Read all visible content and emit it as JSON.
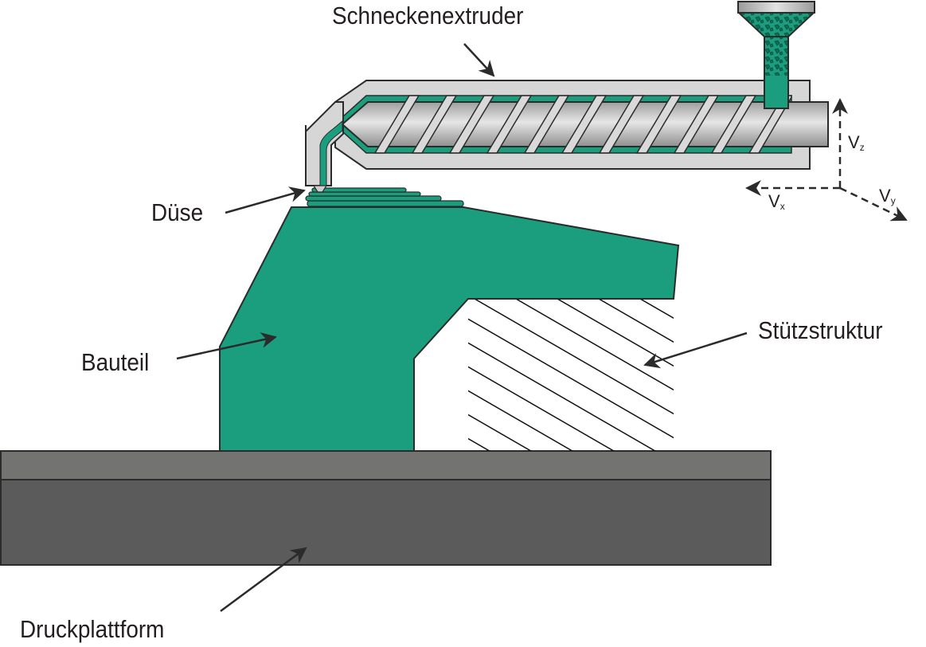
{
  "labels": {
    "extruder": "Schneckenextruder",
    "nozzle": "Düse",
    "part": "Bauteil",
    "support": "Stützstruktur",
    "platform": "Druckplattform"
  },
  "velocities": {
    "vx": {
      "main": "V",
      "sub": "x"
    },
    "vy": {
      "main": "V",
      "sub": "y"
    },
    "vz": {
      "main": "V",
      "sub": "z"
    }
  },
  "colors": {
    "material": "#1a9e7e",
    "barrel": "#d6d6d6",
    "screw": "#b8b8b8",
    "platform_top": "#737371",
    "platform_bottom": "#5b5b5b",
    "outline": "#2b2b2b"
  }
}
